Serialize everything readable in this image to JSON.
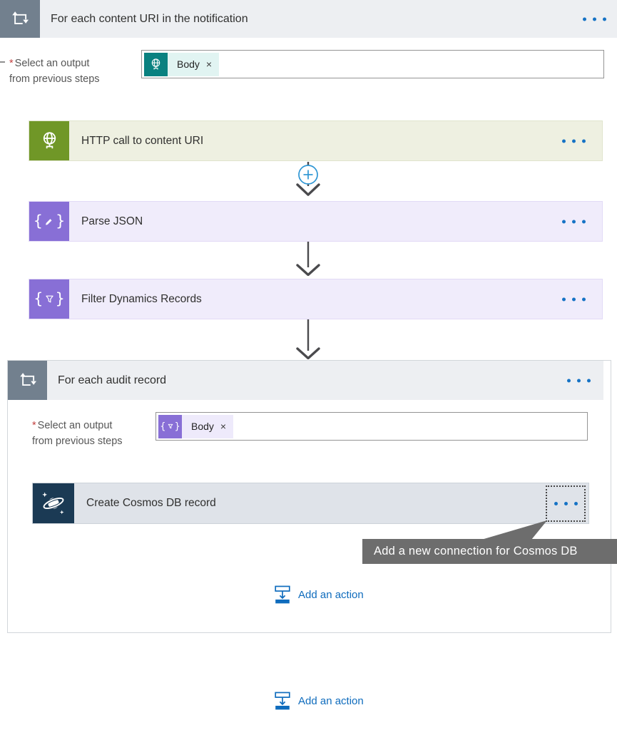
{
  "palette": {
    "accent_blue": "#1673c5",
    "add_action_blue": "#0f6cbd",
    "loop_badge_slate": "#72808e",
    "loop_header_bg": "#edeff2",
    "http_green": "#709727",
    "http_card_bg": "#eef0e1",
    "operation_purple": "#886fd6",
    "purple_card_bg": "#f0ecfb",
    "token_teal": "#0a8180",
    "teal_chip_bg": "#e1f4f2",
    "purple_chip_bg": "#eeeafb",
    "cosmos_navy": "#1b3a54",
    "cosmos_card_bg": "#dfe3e9",
    "tooltip_bg": "#6d6d6d",
    "connector_gray": "#4a4a4d",
    "required_red": "#c2403f"
  },
  "icons": {
    "foreach-loop-icon": "rectangle with circulating arrows",
    "globe-icon": "globe on stand",
    "braces-pencil-icon": "{ pencil }",
    "braces-funnel-icon": "{ funnel }",
    "saturn-icon": "ringed planet with sparkles",
    "ellipsis-icon": "three blue dots",
    "plus-circle-icon": "circled plus insert button",
    "arrow-down-icon": "downward connector arrow",
    "insert-action-icon": "bar-arrow-bar insert glyph"
  },
  "outer_loop": {
    "title": "For each content URI in the notification",
    "param": {
      "required_mark": "*",
      "label_line1": "Select an output",
      "label_line2": "from previous steps",
      "token_label": "Body",
      "token_remove": "×"
    }
  },
  "cards": {
    "http": {
      "title": "HTTP call to content URI"
    },
    "parse_json": {
      "title": "Parse JSON"
    },
    "filter": {
      "title": "Filter Dynamics Records"
    }
  },
  "inner_loop": {
    "title": "For each audit record",
    "param": {
      "required_mark": "*",
      "label_line1": "Select an output",
      "label_line2": "from previous steps",
      "token_label": "Body",
      "token_remove": "×"
    },
    "cosmos": {
      "title": "Create Cosmos DB record"
    },
    "tooltip": "Add a new connection for Cosmos DB",
    "add_action_label": "Add an action"
  },
  "footer": {
    "add_action_label": "Add an action"
  }
}
